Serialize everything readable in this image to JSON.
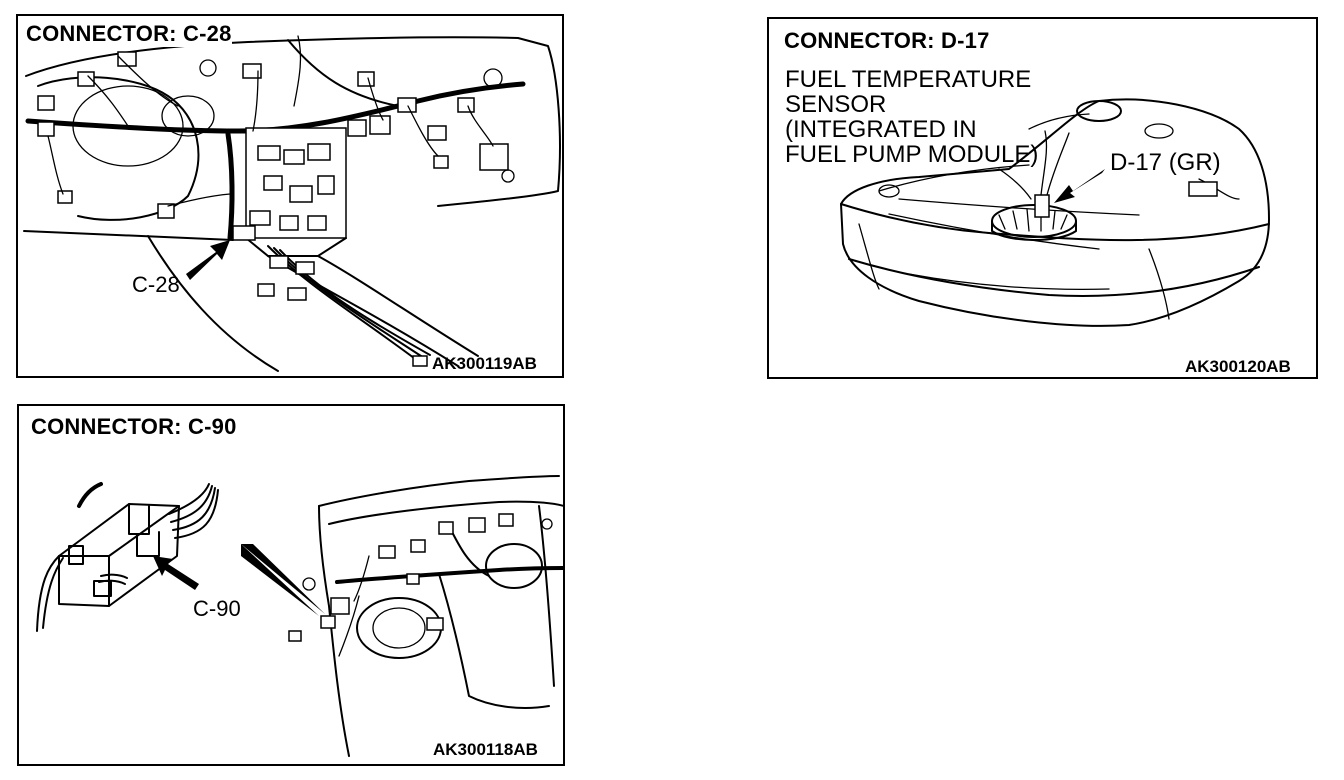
{
  "panels": {
    "c28": {
      "title": "CONNECTOR: C-28",
      "callout": "C-28",
      "code": "AK300119AB"
    },
    "d17": {
      "title": "CONNECTOR: D-17",
      "sensor_label": [
        "FUEL TEMPERATURE",
        "SENSOR",
        "(INTEGRATED IN",
        "FUEL PUMP MODULE)"
      ],
      "callout": "D-17 (GR)",
      "code": "AK300120AB"
    },
    "c90": {
      "title": "CONNECTOR: C-90",
      "callout": "C-90",
      "code": "AK300118AB"
    }
  }
}
